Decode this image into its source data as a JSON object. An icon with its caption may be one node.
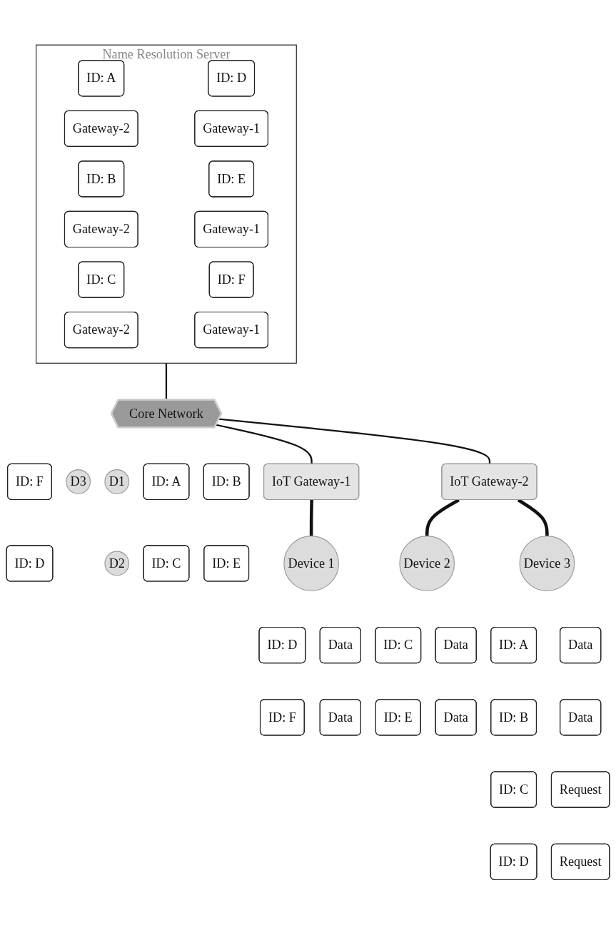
{
  "diagram": {
    "nodes": [
      {
        "text": [
          "Name Resolution Server"
        ]
      },
      {
        "text": [
          "ID: A"
        ],
        "in": 0
      },
      {
        "text": [
          "Gateway-2"
        ],
        "in": 0
      },
      {
        "text": [
          "ID: B"
        ],
        "in": 0
      },
      {
        "text": [
          "Gateway-2"
        ],
        "in": 0
      },
      {
        "text": [
          "ID: C"
        ],
        "in": 0
      },
      {
        "text": [
          "Gateway-2"
        ],
        "in": 0
      },
      {
        "text": [
          "ID: D"
        ],
        "in": 0
      },
      {
        "text": [
          "Gateway-1"
        ],
        "in": 0
      },
      {
        "text": [
          "ID: E"
        ],
        "in": 0
      },
      {
        "text": [
          "Gateway-1"
        ],
        "in": 0
      },
      {
        "text": [
          "ID: F"
        ],
        "in": 0
      },
      {
        "text": [
          "Gateway-1"
        ],
        "in": 0
      },
      {
        "text": [
          "Core Network"
        ]
      },
      {
        "text": [
          "ID: F"
        ]
      },
      {
        "text": [
          "ID: D"
        ]
      },
      {
        "text": [
          "D3"
        ]
      },
      {
        "text": [
          "IoT Gateway-1"
        ]
      },
      {
        "text": [
          "IoT Gateway-2"
        ]
      },
      {
        "text": [
          "D1"
        ]
      },
      {
        "text": [
          "ID: A"
        ]
      },
      {
        "text": [
          "ID: B"
        ]
      },
      {
        "text": [
          "D2"
        ]
      },
      {
        "text": [
          "ID: C"
        ]
      },
      {
        "text": [
          "ID: E"
        ]
      },
      {
        "text": [
          "Device 1"
        ]
      },
      {
        "text": [
          "Device 2"
        ]
      },
      {
        "text": [
          "Device 3"
        ]
      },
      {
        "text": [
          "ID: D"
        ]
      },
      {
        "text": [
          "Data"
        ]
      },
      {
        "text": [
          "ID: F"
        ]
      },
      {
        "text": [
          "Data"
        ]
      },
      {
        "text": [
          "ID: C"
        ]
      },
      {
        "text": [
          "Data"
        ]
      },
      {
        "text": [
          "ID: E"
        ]
      },
      {
        "text": [
          "Data"
        ]
      },
      {
        "text": [
          "ID: A"
        ]
      },
      {
        "text": [
          "Data"
        ]
      },
      {
        "text": [
          "ID: B"
        ]
      },
      {
        "text": [
          "Data"
        ]
      },
      {
        "text": [
          "ID: C"
        ]
      },
      {
        "text": [
          "Request"
        ]
      },
      {
        "text": [
          "ID: D"
        ]
      },
      {
        "text": [
          "Request"
        ]
      }
    ],
    "edges": [
      {
        "from": 0,
        "to": 13,
        "arrow": "none"
      },
      {
        "from": 13,
        "to": 17,
        "arrow": "none"
      },
      {
        "from": 13,
        "to": 18,
        "arrow": "none"
      },
      {
        "from": 17,
        "to": 25,
        "arrow": "none",
        "style": "thick"
      },
      {
        "from": 18,
        "to": 26,
        "arrow": "none",
        "style": "thick"
      },
      {
        "from": 18,
        "to": 27,
        "arrow": "none",
        "style": "thick"
      }
    ]
  }
}
